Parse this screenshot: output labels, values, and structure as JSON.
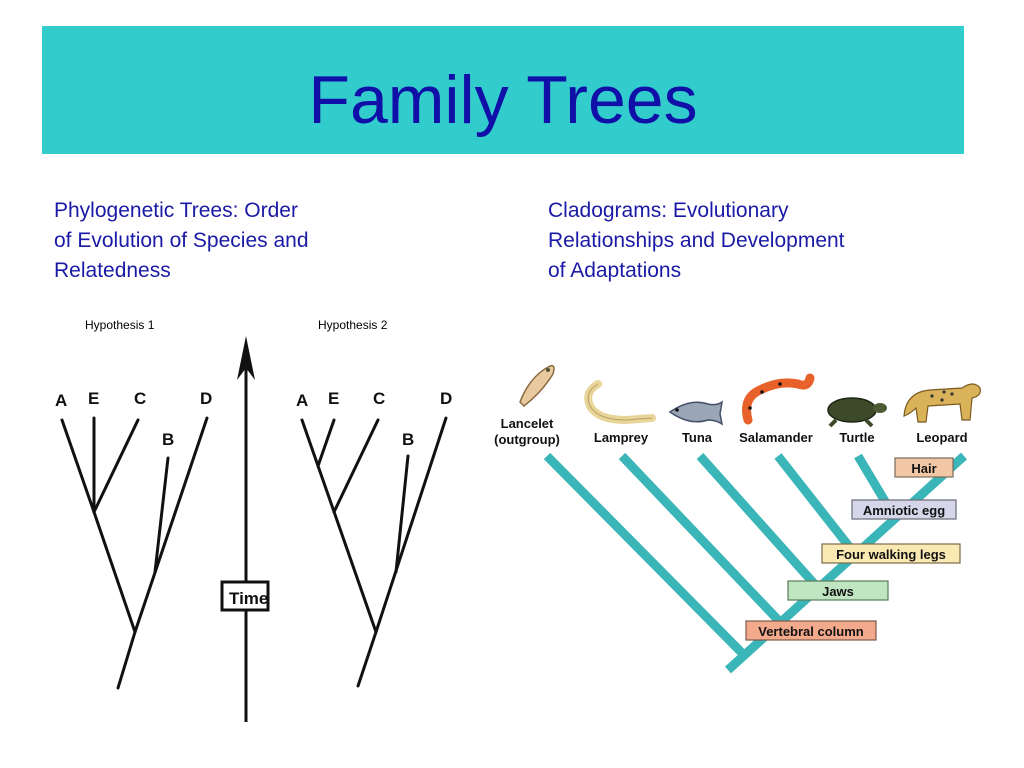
{
  "slide": {
    "title": "Family Trees",
    "left_heading": [
      "Phylogenetic Trees: Order",
      "of Evolution of Species and",
      "Relatedness"
    ],
    "right_heading": [
      "Cladograms: Evolutionary",
      "Relationships and Development",
      "of Adaptations"
    ]
  },
  "phylogeny": {
    "hypothesis1": {
      "label": "Hypothesis 1",
      "leaves": [
        "A",
        "E",
        "C",
        "B",
        "D"
      ]
    },
    "hypothesis2": {
      "label": "Hypothesis 2",
      "leaves": [
        "A",
        "E",
        "C",
        "B",
        "D"
      ]
    },
    "time_label": "Time"
  },
  "cladogram": {
    "taxa": [
      {
        "name": "Lancelet",
        "sub": "(outgroup)"
      },
      {
        "name": "Lamprey"
      },
      {
        "name": "Tuna"
      },
      {
        "name": "Salamander"
      },
      {
        "name": "Turtle"
      },
      {
        "name": "Leopard"
      }
    ],
    "traits": [
      {
        "label": "Hair",
        "color": "#f2c7a6"
      },
      {
        "label": "Amniotic egg",
        "color": "#d6d6ea"
      },
      {
        "label": "Four walking legs",
        "color": "#fbe9b4"
      },
      {
        "label": "Jaws",
        "color": "#bfe5c1"
      },
      {
        "label": "Vertebral column",
        "color": "#f3a98c"
      }
    ],
    "branch_color": "#3ab5b8",
    "icons": [
      "lancelet-icon",
      "lamprey-icon",
      "tuna-icon",
      "salamander-icon",
      "turtle-icon",
      "leopard-icon"
    ]
  }
}
